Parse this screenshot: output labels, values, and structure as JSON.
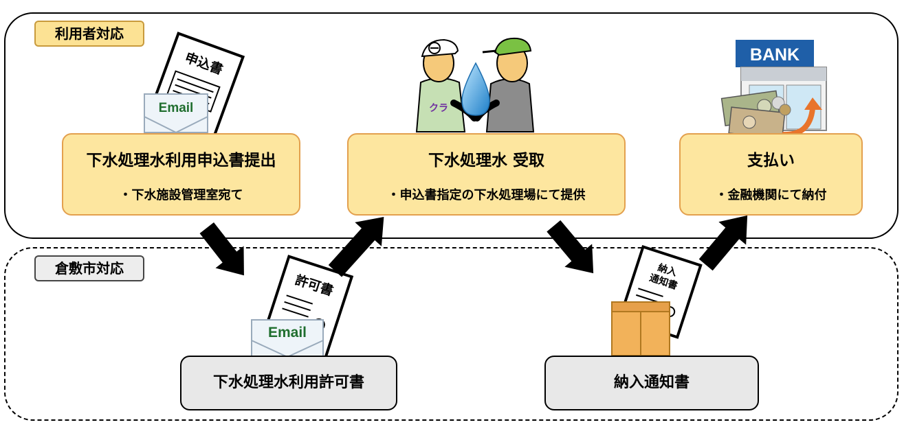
{
  "regions": {
    "user_label": "利用者対応",
    "city_label": "倉敷市対応"
  },
  "steps": [
    {
      "title": "下水処理水利用申込書提出",
      "sub": "・下水施設管理室宛て"
    },
    {
      "title": "下水処理水 受取",
      "sub": "・申込書指定の下水処理場にて提供"
    },
    {
      "title": "支払い",
      "sub": "・金融機関にて納付"
    }
  ],
  "docs": [
    {
      "label": "下水処理水利用許可書"
    },
    {
      "label": "納入通知書"
    }
  ],
  "illustrations": {
    "application_form": "申込書",
    "permit_form": "許可書",
    "notice_form_line1": "納入",
    "notice_form_line2": "通知書",
    "email_1": "Email",
    "email_2": "Email",
    "bank_sign": "BANK",
    "cap_text": "クラ"
  },
  "colors": {
    "step_fill": "#fde69f",
    "step_border": "#e3a04e",
    "doc_fill": "#e8e8e8",
    "tag_user_fill": "#fce294",
    "water": "#3aa0e0",
    "arrow": "#000000"
  }
}
